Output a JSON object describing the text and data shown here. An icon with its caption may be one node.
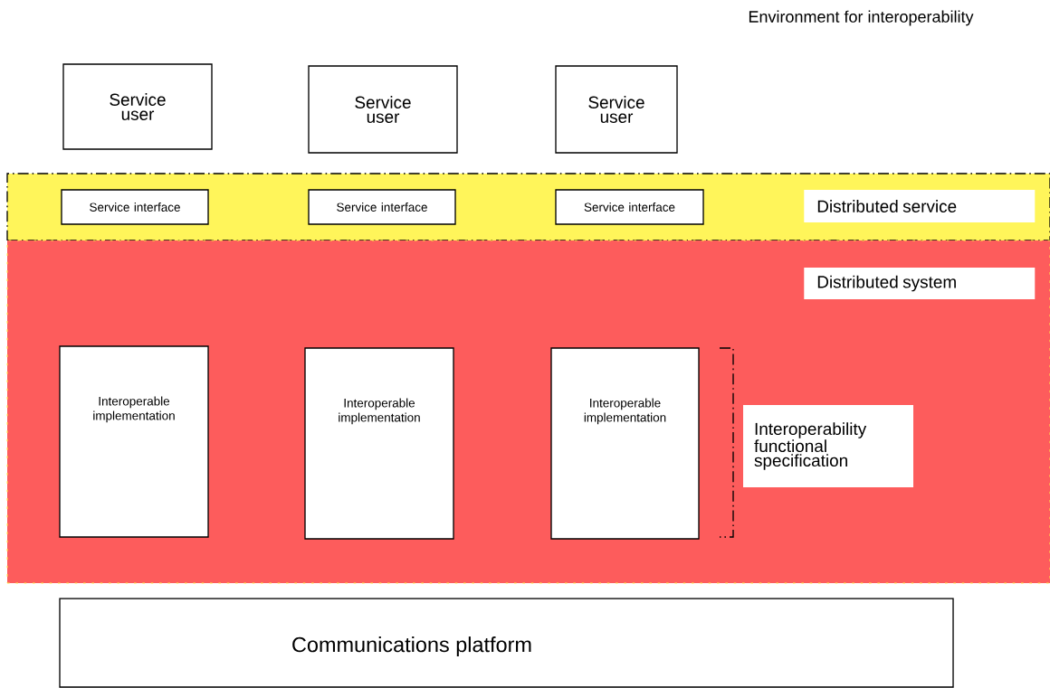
{
  "diagram": {
    "nodes": [
      {
        "text": [
          "Service user"
        ]
      },
      {
        "text": [
          "Service user"
        ]
      },
      {
        "text": [
          "Service user"
        ]
      },
      {
        "text": [
          "Distributed service"
        ]
      },
      {
        "text": [
          "Service interface"
        ],
        "in": 3
      },
      {
        "text": [
          "Service interface"
        ],
        "in": 3
      },
      {
        "text": [
          "Service interface"
        ],
        "in": 3
      },
      {
        "text": [
          "Distributed system"
        ]
      },
      {
        "text": [
          "Interoperable implementation"
        ],
        "in": 7
      },
      {
        "text": [
          "Interoperable implementation"
        ],
        "in": 7
      },
      {
        "text": [
          "Interoperable implementation"
        ],
        "in": 7
      },
      {
        "text": [
          "Interoperability functional specification"
        ],
        "in": 7
      },
      {
        "text": [
          "Communications platform"
        ]
      }
    ],
    "labels": [
      "Environment for interoperability"
    ]
  }
}
